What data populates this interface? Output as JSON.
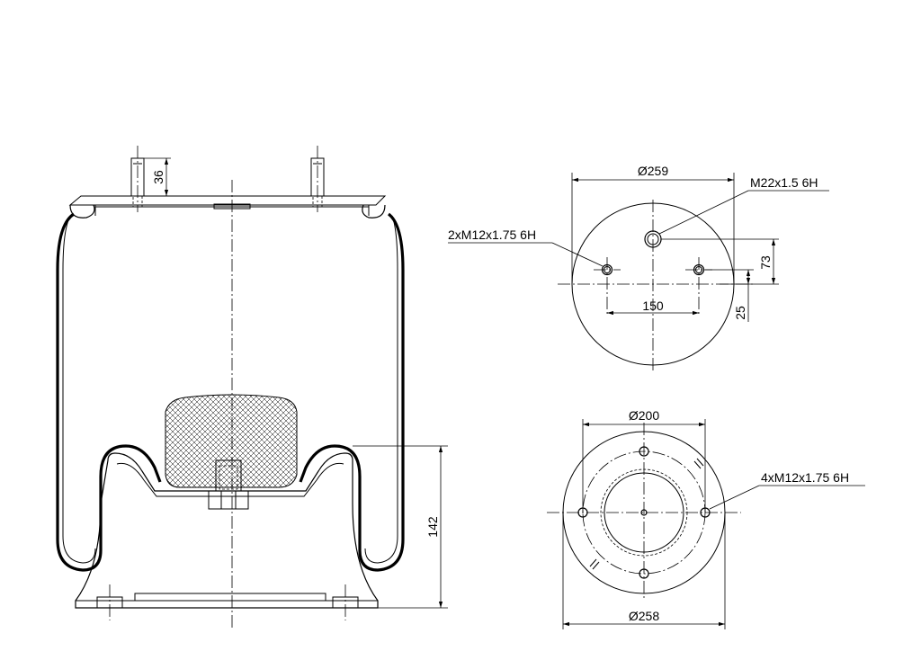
{
  "side_view": {
    "dim_stud": "36",
    "dim_height": "142"
  },
  "top_view": {
    "dim_diameter": "Ø259",
    "thread_center": "M22x1.5 6H",
    "thread_side": "2xM12x1.75 6H",
    "dim_spacing": "150",
    "dim_offset_upper": "73",
    "dim_offset_lower": "25"
  },
  "bottom_view": {
    "dim_inner": "Ø200",
    "thread_holes": "4xM12x1.75 6H",
    "dim_outer": "Ø258"
  }
}
